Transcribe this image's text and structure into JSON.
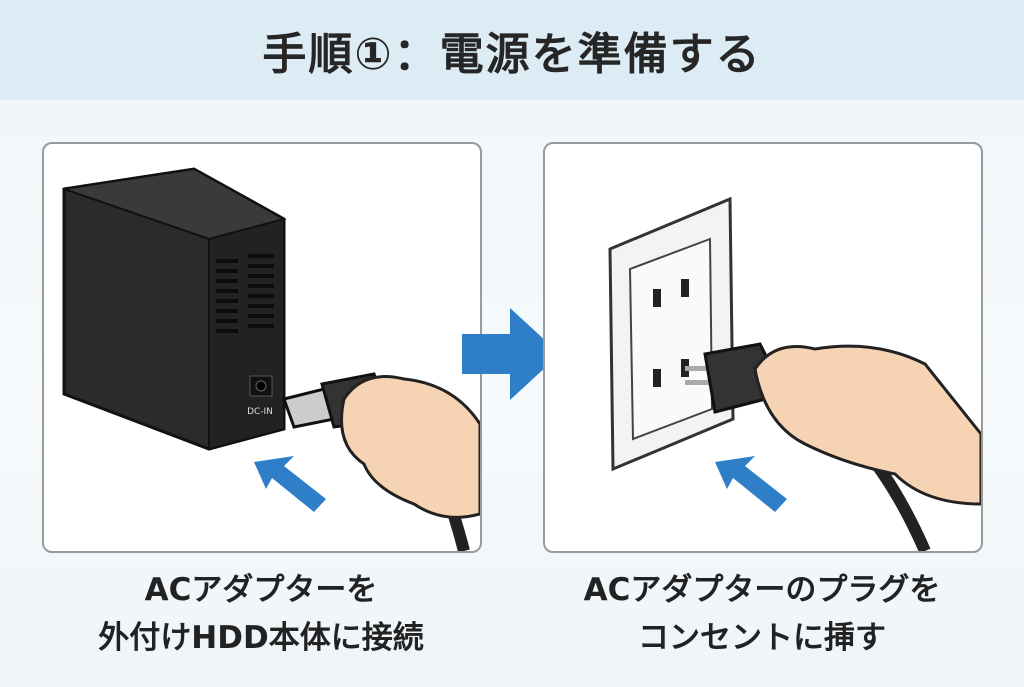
{
  "title": "手順①：電源を準備する",
  "steps": [
    {
      "caption_line1": "ACアダプターを",
      "caption_line2": "外付けHDD本体に接続",
      "port_label": "DC-IN"
    },
    {
      "caption_line1": "ACアダプターのプラグを",
      "caption_line2": "コンセントに挿す"
    }
  ],
  "colors": {
    "accent": "#2f7fc8",
    "band": "#dcebf4"
  }
}
